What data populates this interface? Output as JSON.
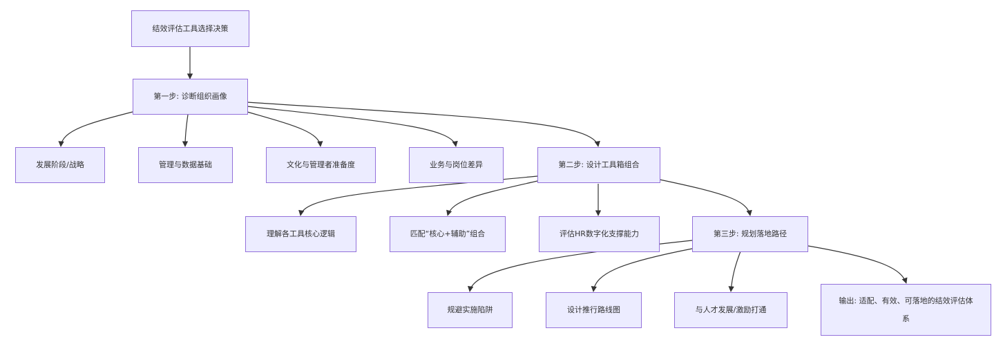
{
  "nodes": {
    "root": "结效评估工具选择决策",
    "step1": "第一步: 诊断组织画像",
    "dev": "发展阶段/战略",
    "mgmt": "管理与数据基础",
    "culture": "文化与管理者准备度",
    "biz": "业务与岗位差异",
    "step2": "第二步: 设计工具箱组合",
    "logic": "理解各工具核心逻辑",
    "combo": "匹配“核心+辅助”组合",
    "hr": "评估HR数字化支撑能力",
    "step3": "第三步: 规划落地路径",
    "pitfall": "规避实施陷阱",
    "roadmap": "设计推行路线图",
    "talent": "与人才发展/激励打通",
    "output": "输出: 适配、有效、可落地的结效评估体系"
  },
  "colors": {
    "node_fill": "#ECECFF",
    "node_border": "#9370DB",
    "edge": "#333333"
  }
}
